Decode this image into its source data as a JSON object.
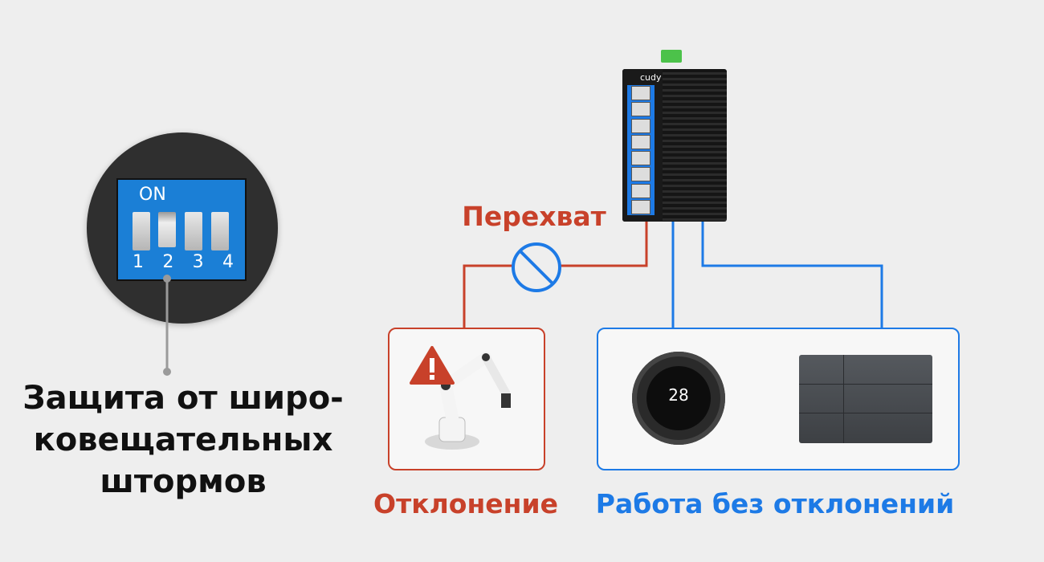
{
  "dip_switch": {
    "on_label": "ON",
    "numbers": [
      "1",
      "2",
      "3",
      "4"
    ]
  },
  "feature_caption": {
    "lines": [
      "Защита от широ-",
      "ковещательных",
      "штормов"
    ]
  },
  "switch_device": {
    "brand": "cudy"
  },
  "intercept_label": "Перехват",
  "deviation_label": "Отклонение",
  "normal_label": "Работа без отклонений",
  "thermostat_display": "28",
  "colors": {
    "red": "#c8412a",
    "blue": "#1d7ae6",
    "background": "#eeeeee"
  }
}
